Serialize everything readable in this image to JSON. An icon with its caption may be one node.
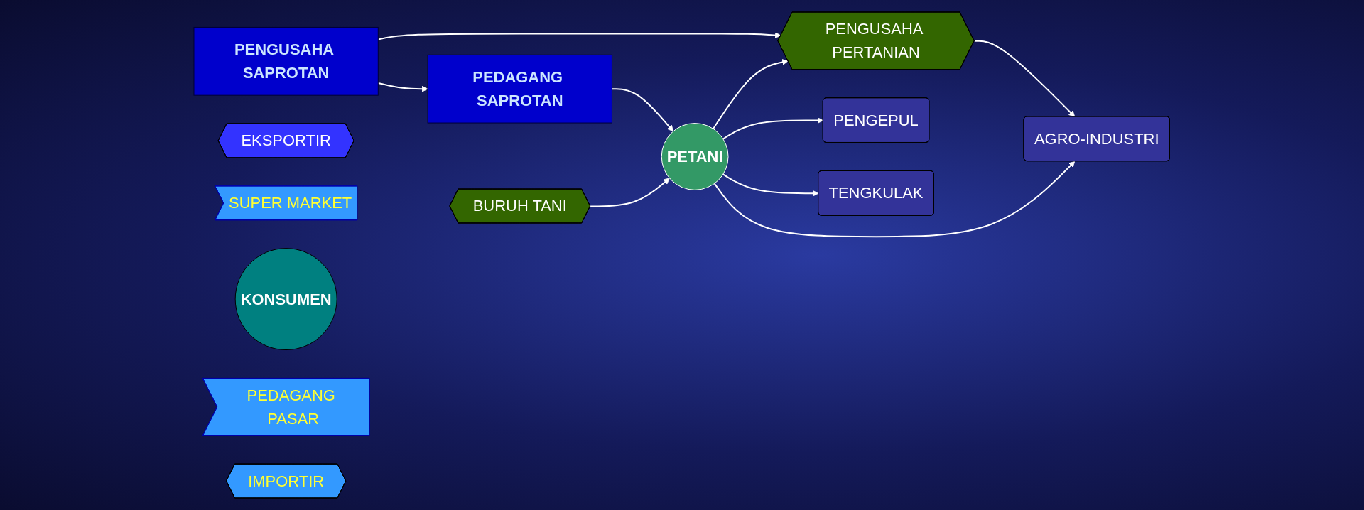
{
  "diagram": {
    "nodes": [
      {
        "text": [
          "PENGUSAHA SAPROTAN"
        ]
      },
      {
        "text": [
          "PENGUSAHA PERTANIAN"
        ]
      },
      {
        "text": [
          "AGRO-INDUSTRI"
        ]
      },
      {
        "text": [
          "EKSPORTIR"
        ]
      },
      {
        "text": [
          "PEDAGANG SAPROTAN"
        ]
      },
      {
        "text": [
          "PETANI"
        ]
      },
      {
        "text": [
          "PENGEPUL"
        ]
      },
      {
        "text": [
          "SUPER MARKET"
        ]
      },
      {
        "text": [
          "KONSUMEN"
        ]
      },
      {
        "text": [
          "TENGKULAK"
        ]
      },
      {
        "text": [
          "PEDAGANG PASAR"
        ]
      },
      {
        "text": [
          "BURUH TANI"
        ]
      },
      {
        "text": [
          "IMPORTIR"
        ]
      }
    ],
    "edges": [
      {
        "from": 0,
        "to": 1,
        "arrow": "to"
      },
      {
        "from": 1,
        "to": 2,
        "arrow": "to"
      },
      {
        "from": 0,
        "to": 4,
        "arrow": "to"
      },
      {
        "from": 4,
        "to": 5,
        "arrow": "to"
      },
      {
        "from": 5,
        "to": 1,
        "arrow": "to"
      },
      {
        "from": 5,
        "to": 2,
        "arrow": "to"
      },
      {
        "from": 5,
        "to": 6,
        "arrow": "to"
      },
      {
        "from": 5,
        "to": 9,
        "arrow": "to"
      },
      {
        "from": 11,
        "to": 5,
        "arrow": "to"
      }
    ]
  }
}
